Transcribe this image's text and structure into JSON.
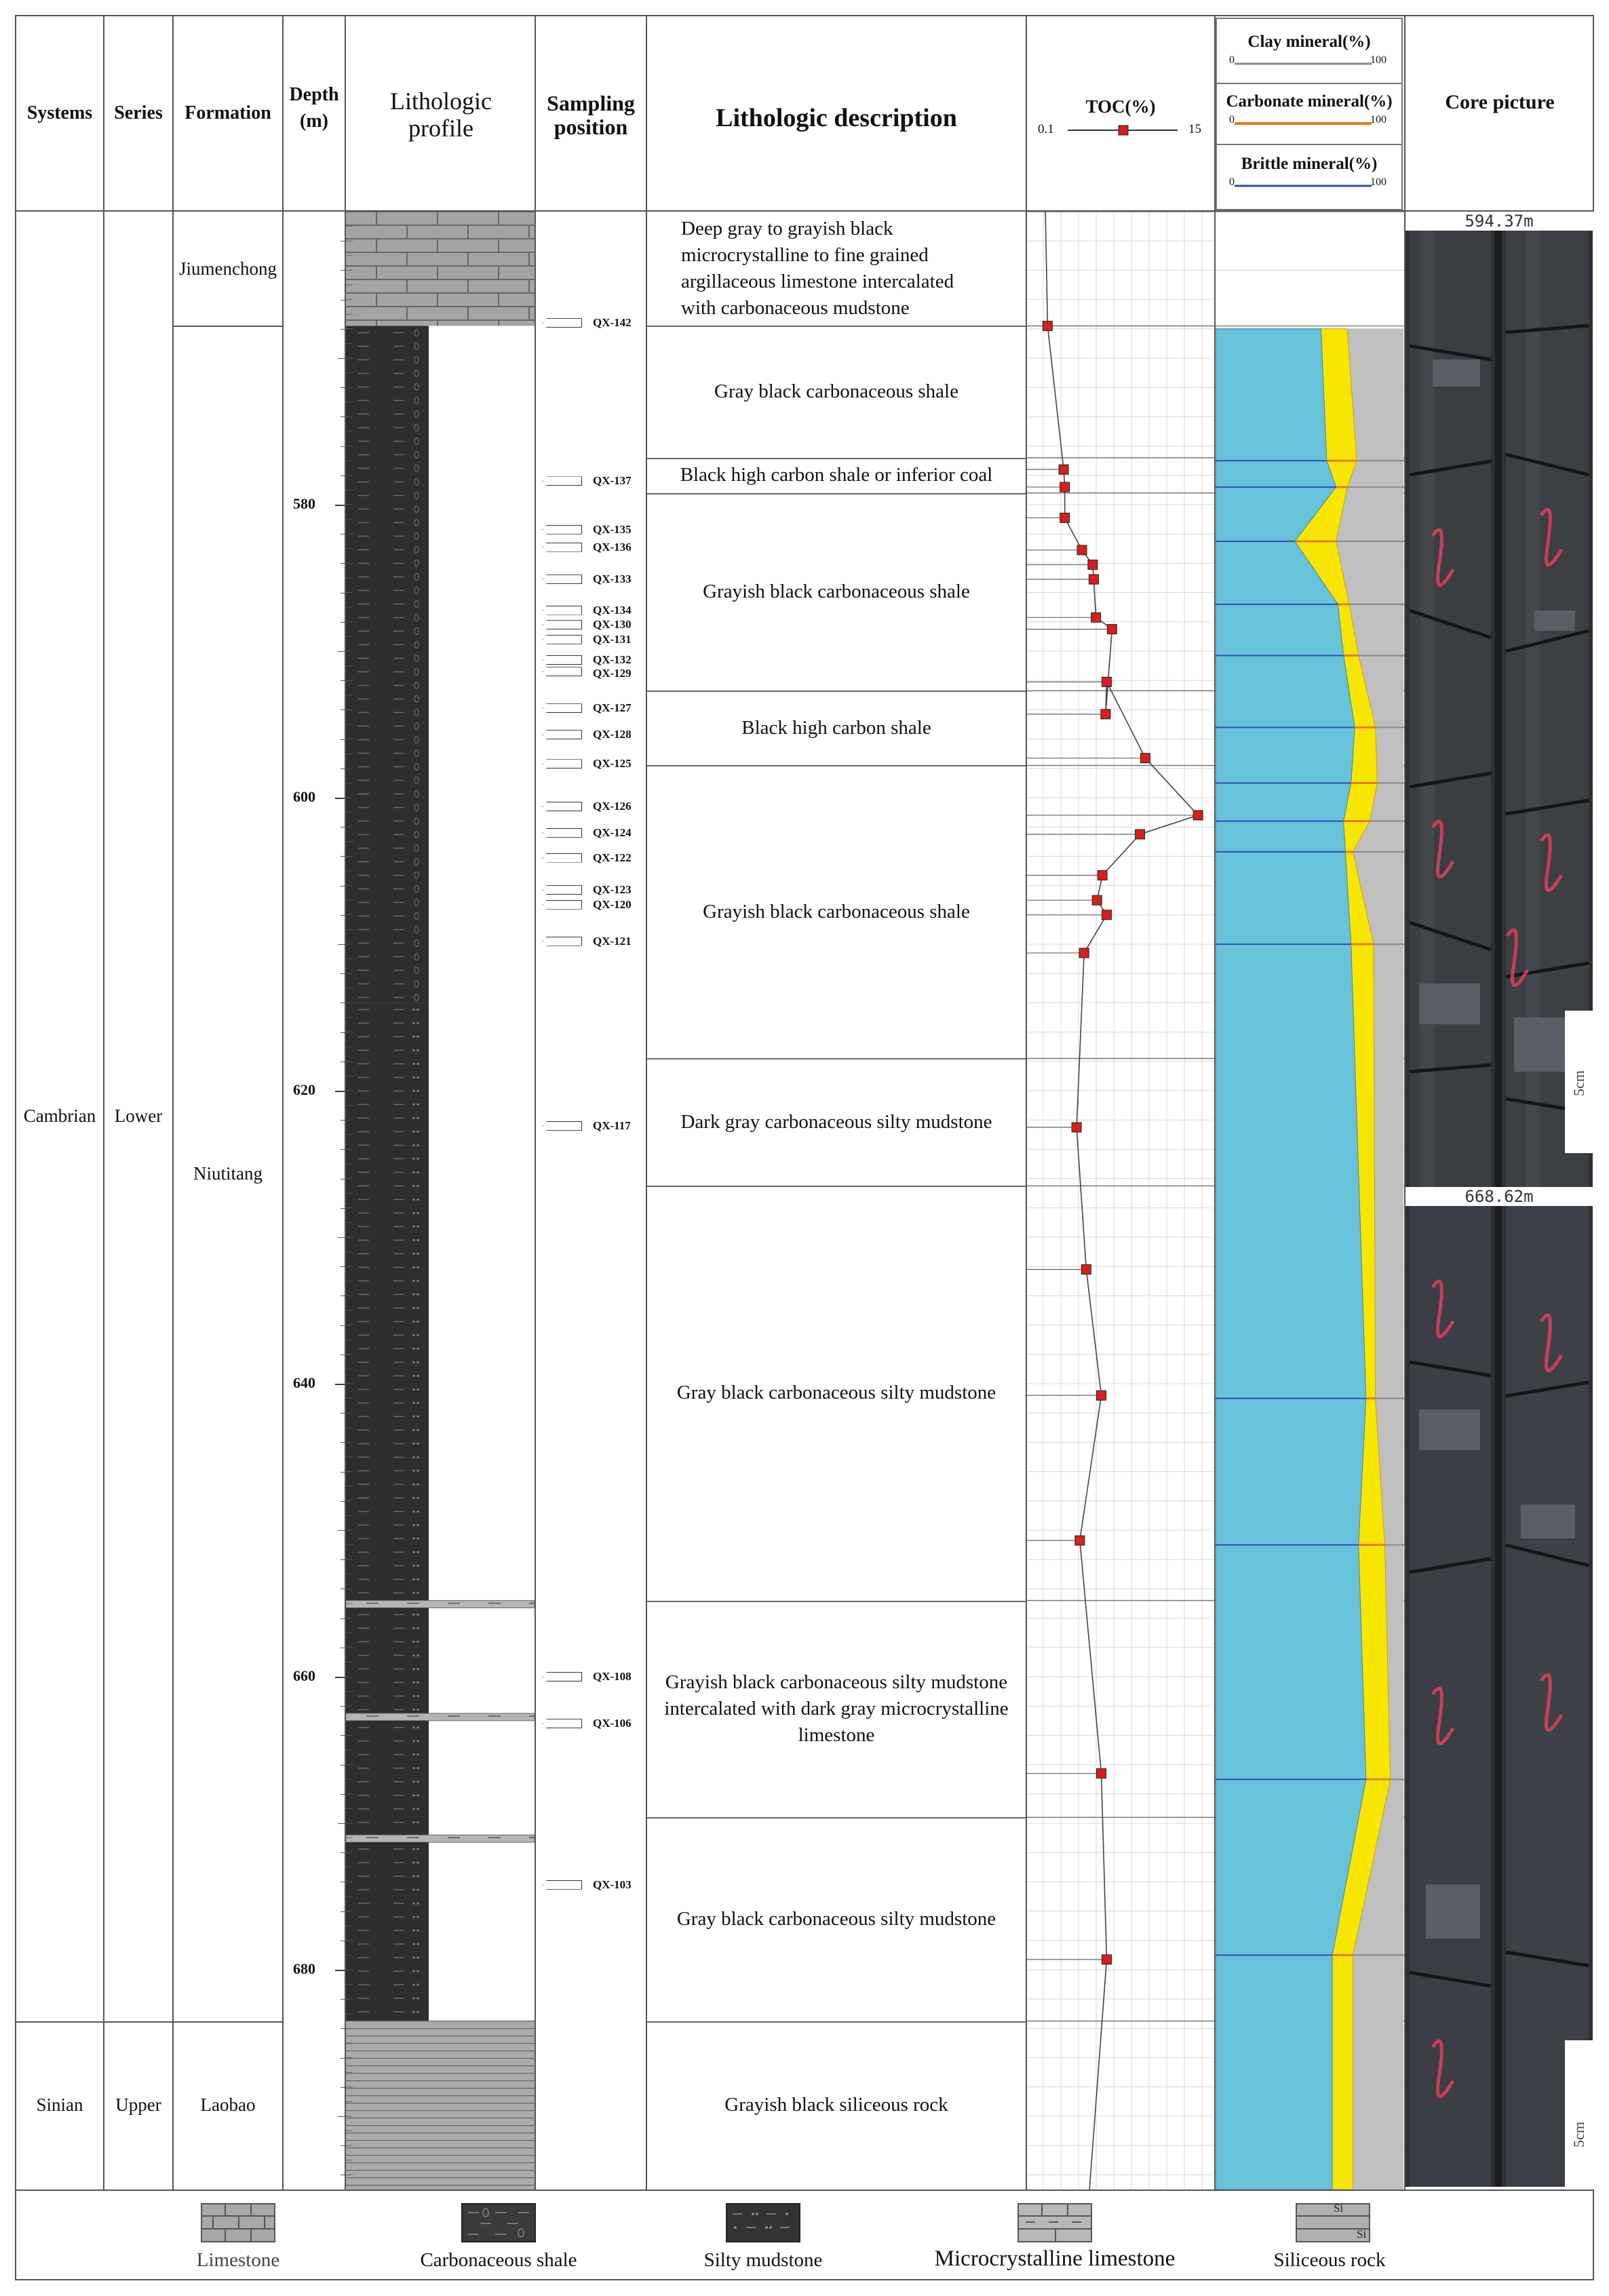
{
  "headers": {
    "systems": "Systems",
    "series": "Series",
    "formation": "Formation",
    "depth": "Depth",
    "depth_unit": "(m)",
    "lithologic_profile": "Lithologic profile",
    "sampling_position": "Sampling position",
    "lithologic_description": "Lithologic description",
    "toc": "TOC(%)",
    "toc_min": "0.1",
    "toc_max": "15",
    "clay": "Clay mineral(%)",
    "carbonate": "Carbonate mineral(%)",
    "brittle": "Brittle mineral(%)",
    "mineral_min": "0",
    "mineral_max": "100",
    "core_picture": "Core picture"
  },
  "systems": [
    {
      "name": "Cambrian",
      "top": 560.0,
      "bottom": 683.5
    },
    {
      "name": "Sinian",
      "top": 683.5,
      "bottom": 695.0
    }
  ],
  "series": [
    {
      "name": "Lower",
      "top": 560.0,
      "bottom": 683.5
    },
    {
      "name": "Upper",
      "top": 683.5,
      "bottom": 695.0
    }
  ],
  "formations": [
    {
      "name": "Jiumenchong",
      "top": 560.0,
      "bottom": 567.8
    },
    {
      "name": "Niutitang",
      "top": 567.8,
      "bottom": 683.5
    },
    {
      "name": "Laobao",
      "top": 683.5,
      "bottom": 695.0
    }
  ],
  "depth_ticks": [
    "580",
    "600",
    "620",
    "640",
    "660",
    "680"
  ],
  "descriptions": [
    {
      "text": "Deep gray to grayish black microcrystalline to fine grained argillaceous limestone intercalated with carbonaceous mudstone",
      "top": 560.0,
      "bottom": 567.8,
      "align": "left"
    },
    {
      "text": "Gray black carbonaceous shale",
      "top": 567.8,
      "bottom": 576.8
    },
    {
      "text": "Black high carbon shale or inferior coal",
      "top": 576.8,
      "bottom": 579.2
    },
    {
      "text": "Grayish black carbonaceous shale",
      "top": 579.2,
      "bottom": 592.7
    },
    {
      "text": "Black high carbon shale",
      "top": 592.7,
      "bottom": 597.8
    },
    {
      "text": "Grayish black carbonaceous shale",
      "top": 597.8,
      "bottom": 617.8
    },
    {
      "text": "Dark gray carbonaceous silty mudstone",
      "top": 617.8,
      "bottom": 626.5
    },
    {
      "text": "Gray black carbonaceous silty mudstone",
      "top": 626.5,
      "bottom": 654.8
    },
    {
      "text": "Grayish black carbonaceous silty mudstone intercalated with dark gray microcrystalline limestone",
      "top": 654.8,
      "bottom": 669.6
    },
    {
      "text": "Gray black carbonaceous silty mudstone",
      "top": 669.6,
      "bottom": 683.5
    },
    {
      "text": "Grayish black siliceous rock",
      "top": 683.5,
      "bottom": 695.0
    }
  ],
  "lithology": [
    {
      "type": "limestone",
      "top": 560.0,
      "bottom": 567.8
    },
    {
      "type": "carbonaceous-shale",
      "top": 567.8,
      "bottom": 614.0
    },
    {
      "type": "silty-mudstone",
      "top": 614.0,
      "bottom": 654.8
    },
    {
      "type": "microcrystalline-limestone-band",
      "top": 654.8,
      "bottom": 655.3
    },
    {
      "type": "silty-mudstone",
      "top": 655.3,
      "bottom": 662.5
    },
    {
      "type": "microcrystalline-limestone-band",
      "top": 662.5,
      "bottom": 663.0
    },
    {
      "type": "silty-mudstone",
      "top": 663.0,
      "bottom": 670.8
    },
    {
      "type": "microcrystalline-limestone-band",
      "top": 670.8,
      "bottom": 671.3
    },
    {
      "type": "silty-mudstone",
      "top": 671.3,
      "bottom": 683.5
    },
    {
      "type": "siliceous-rock",
      "top": 683.5,
      "bottom": 695.0
    }
  ],
  "samples": [
    {
      "id": "QX-142",
      "depth": 567.6
    },
    {
      "id": "QX-137",
      "depth": 578.4
    },
    {
      "id": "QX-135",
      "depth": 581.7
    },
    {
      "id": "QX-136",
      "depth": 582.9
    },
    {
      "id": "QX-133",
      "depth": 585.1
    },
    {
      "id": "QX-134",
      "depth": 587.2
    },
    {
      "id": "QX-130",
      "depth": 588.2
    },
    {
      "id": "QX-131",
      "depth": 589.2
    },
    {
      "id": "QX-132",
      "depth": 590.6
    },
    {
      "id": "QX-129",
      "depth": 591.4
    },
    {
      "id": "QX-127",
      "depth": 593.9
    },
    {
      "id": "QX-128",
      "depth": 595.7
    },
    {
      "id": "QX-125",
      "depth": 597.7
    },
    {
      "id": "QX-126",
      "depth": 600.6
    },
    {
      "id": "QX-124",
      "depth": 602.4
    },
    {
      "id": "QX-122",
      "depth": 604.1
    },
    {
      "id": "QX-123",
      "depth": 606.3
    },
    {
      "id": "QX-120",
      "depth": 607.3
    },
    {
      "id": "QX-121",
      "depth": 609.8
    },
    {
      "id": "QX-117",
      "depth": 622.4
    },
    {
      "id": "QX-108",
      "depth": 660.0
    },
    {
      "id": "QX-106",
      "depth": 663.2
    },
    {
      "id": "QX-103",
      "depth": 674.2
    }
  ],
  "chart_data": [
    {
      "type": "line",
      "name": "toc-curve",
      "title": "TOC(%)",
      "xlim": [
        0.1,
        15
      ],
      "ylim": [
        560,
        695
      ],
      "y_label": "Depth (m)",
      "points": [
        {
          "depth": 567.8,
          "toc": 0.5
        },
        {
          "depth": 577.6,
          "toc": 2.0
        },
        {
          "depth": 578.8,
          "toc": 2.1
        },
        {
          "depth": 580.9,
          "toc": 2.1
        },
        {
          "depth": 583.1,
          "toc": 3.7
        },
        {
          "depth": 584.1,
          "toc": 4.7
        },
        {
          "depth": 585.1,
          "toc": 4.8
        },
        {
          "depth": 587.7,
          "toc": 5.0
        },
        {
          "depth": 588.5,
          "toc": 6.5
        },
        {
          "depth": 594.3,
          "toc": 5.9
        },
        {
          "depth": 592.1,
          "toc": 6.0
        },
        {
          "depth": 597.3,
          "toc": 9.6
        },
        {
          "depth": 601.2,
          "toc": 14.5
        },
        {
          "depth": 602.5,
          "toc": 9.1
        },
        {
          "depth": 605.3,
          "toc": 5.6
        },
        {
          "depth": 607.0,
          "toc": 5.1
        },
        {
          "depth": 608.0,
          "toc": 6.0
        },
        {
          "depth": 610.6,
          "toc": 3.9
        },
        {
          "depth": 622.5,
          "toc": 3.2
        },
        {
          "depth": 632.2,
          "toc": 4.1
        },
        {
          "depth": 640.8,
          "toc": 5.5
        },
        {
          "depth": 650.7,
          "toc": 3.5
        },
        {
          "depth": 666.6,
          "toc": 5.5
        },
        {
          "depth": 679.3,
          "toc": 6.0
        },
        {
          "depth": 695.0,
          "toc": 4.4
        }
      ]
    },
    {
      "type": "area",
      "name": "mineral-composition",
      "ylim": [
        560,
        695
      ],
      "xlim": [
        0,
        100
      ],
      "colors": {
        "brittle": "#66c3d9",
        "carbonate": "#f7e700",
        "clay": "#c0c0c0"
      },
      "rows": [
        {
          "depth": 568.0,
          "brittle": 56,
          "carbonate": 14,
          "clay": 30
        },
        {
          "depth": 577.0,
          "brittle": 59,
          "carbonate": 16,
          "clay": 25
        },
        {
          "depth": 578.8,
          "brittle": 64,
          "carbonate": 6,
          "clay": 30
        },
        {
          "depth": 582.5,
          "brittle": 42,
          "carbonate": 22,
          "clay": 36
        },
        {
          "depth": 586.8,
          "brittle": 65,
          "carbonate": 6,
          "clay": 29
        },
        {
          "depth": 590.3,
          "brittle": 68,
          "carbonate": 8,
          "clay": 24
        },
        {
          "depth": 595.2,
          "brittle": 74,
          "carbonate": 11,
          "clay": 15
        },
        {
          "depth": 599.0,
          "brittle": 72,
          "carbonate": 14,
          "clay": 14
        },
        {
          "depth": 601.6,
          "brittle": 68,
          "carbonate": 14,
          "clay": 18
        },
        {
          "depth": 603.7,
          "brittle": 69,
          "carbonate": 4,
          "clay": 27
        },
        {
          "depth": 610.0,
          "brittle": 72,
          "carbonate": 12,
          "clay": 16
        },
        {
          "depth": 641.0,
          "brittle": 80,
          "carbonate": 5,
          "clay": 15
        },
        {
          "depth": 651.0,
          "brittle": 76,
          "carbonate": 14,
          "clay": 10
        },
        {
          "depth": 667.0,
          "brittle": 80,
          "carbonate": 13,
          "clay": 7
        },
        {
          "depth": 679.0,
          "brittle": 62,
          "carbonate": 11,
          "clay": 27
        },
        {
          "depth": 695.0,
          "brittle": 62,
          "carbonate": 11,
          "clay": 27
        }
      ]
    }
  ],
  "core": {
    "label_top": "594.37m",
    "label_bottom": "668.62m",
    "scale_top": "5cm",
    "scale_bottom": "5cm"
  },
  "legend": {
    "limestone": "Limestone",
    "carbonaceous_shale": "Carbonaceous shale",
    "silty_mudstone": "Silty mudstone",
    "microcrystalline_limestone": "Microcrystalline limestone",
    "siliceous_rock": "Siliceous rock",
    "si_symbol": "Si"
  }
}
